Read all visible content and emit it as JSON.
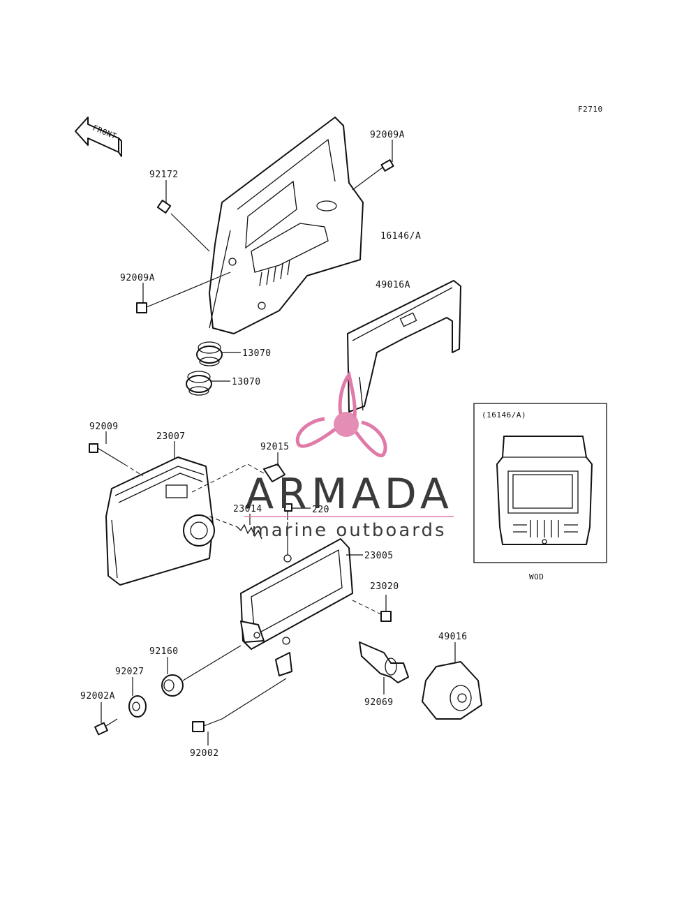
{
  "figure_code": "F2710",
  "front_label": "FRONT",
  "inset": {
    "title": "(16146/A)",
    "caption": "WOD"
  },
  "parts": [
    {
      "id": "p-92009A-top",
      "number": "92009A"
    },
    {
      "id": "p-92172",
      "number": "92172"
    },
    {
      "id": "p-16146A",
      "number": "16146/A"
    },
    {
      "id": "p-92009A-left",
      "number": "92009A"
    },
    {
      "id": "p-49016A",
      "number": "49016A"
    },
    {
      "id": "p-13070-a",
      "number": "13070"
    },
    {
      "id": "p-13070-b",
      "number": "13070"
    },
    {
      "id": "p-92009",
      "number": "92009"
    },
    {
      "id": "p-23007",
      "number": "23007"
    },
    {
      "id": "p-92015",
      "number": "92015"
    },
    {
      "id": "p-23014",
      "number": "23014"
    },
    {
      "id": "p-220",
      "number": "220"
    },
    {
      "id": "p-23005",
      "number": "23005"
    },
    {
      "id": "p-23020",
      "number": "23020"
    },
    {
      "id": "p-49016",
      "number": "49016"
    },
    {
      "id": "p-92160",
      "number": "92160"
    },
    {
      "id": "p-92027",
      "number": "92027"
    },
    {
      "id": "p-92002A",
      "number": "92002A"
    },
    {
      "id": "p-92069",
      "number": "92069"
    },
    {
      "id": "p-92002",
      "number": "92002"
    }
  ],
  "watermark": {
    "brand": "ARMADA",
    "tagline": "marine outboards",
    "accent_color": "#e07aa8",
    "icon": "propeller-icon"
  },
  "colors": {
    "ink": "#111111",
    "background": "#ffffff"
  }
}
